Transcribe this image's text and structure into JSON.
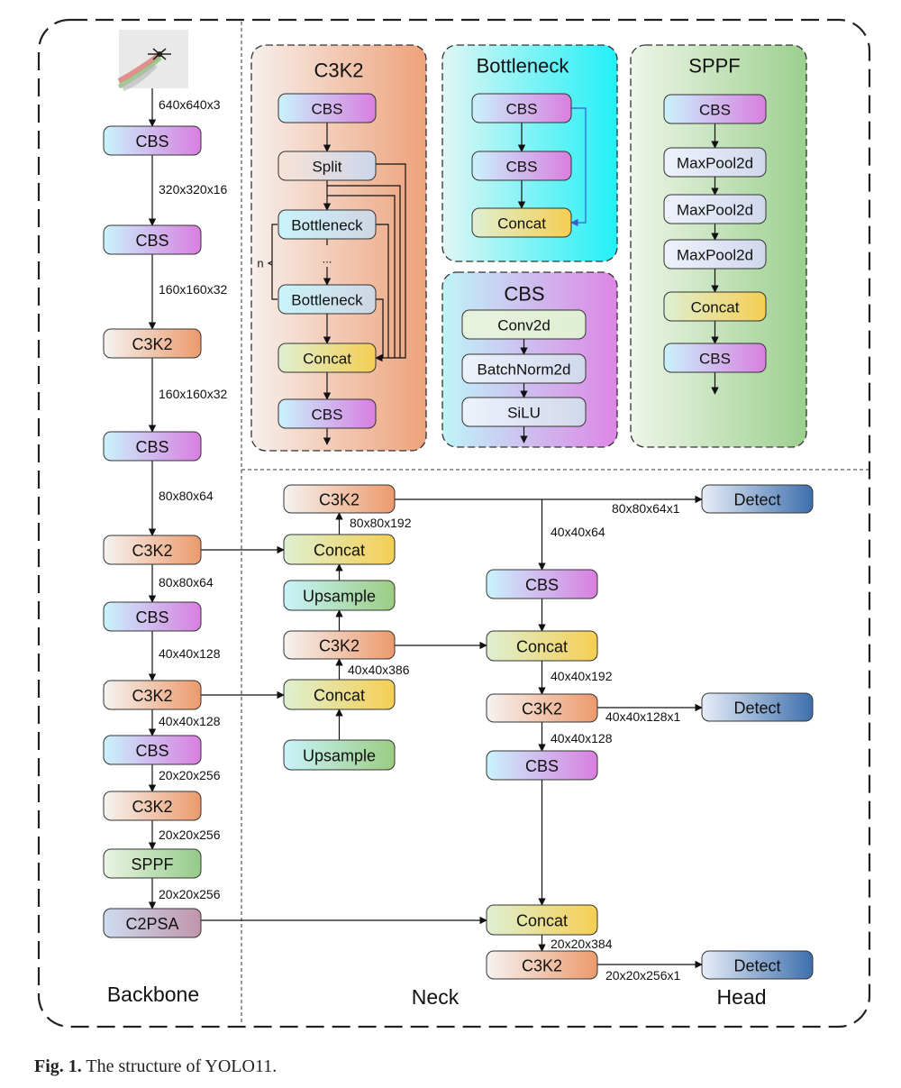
{
  "caption": {
    "label": "Fig. 1.",
    "text": "The structure of YOLO11."
  },
  "sections": {
    "backbone": "Backbone",
    "neck": "Neck",
    "head": "Head"
  },
  "backbone": {
    "blocks": [
      "CBS",
      "CBS",
      "C3K2",
      "CBS",
      "C3K2",
      "CBS",
      "C3K2",
      "CBS",
      "C3K2",
      "SPPF",
      "C2PSA"
    ],
    "dims": [
      "640x640x3",
      "320x320x16",
      "160x160x32",
      "160x160x32",
      "80x80x64",
      "80x80x64",
      "40x40x128",
      "40x40x128",
      "20x20x256",
      "20x20x256",
      "20x20x256"
    ]
  },
  "modules": {
    "c3k2": {
      "title": "C3K2",
      "blocks": [
        "CBS",
        "Split",
        "Bottleneck",
        "...",
        "Bottleneck",
        "Concat",
        "CBS"
      ],
      "repeat": "n"
    },
    "bottleneck": {
      "title": "Bottleneck",
      "blocks": [
        "CBS",
        "CBS",
        "Concat"
      ]
    },
    "cbs": {
      "title": "CBS",
      "blocks": [
        "Conv2d",
        "BatchNorm2d",
        "SiLU"
      ]
    },
    "sppf": {
      "title": "SPPF",
      "blocks": [
        "CBS",
        "MaxPool2d",
        "MaxPool2d",
        "MaxPool2d",
        "Concat",
        "CBS"
      ]
    }
  },
  "neck": {
    "blocks": [
      "C3K2",
      "Concat",
      "Upsample",
      "C3K2",
      "Concat",
      "Upsample"
    ],
    "dims": [
      "80x80x192",
      "40x40x386"
    ]
  },
  "head": {
    "blocks": [
      "CBS",
      "Concat",
      "C3K2",
      "CBS",
      "Concat",
      "C3K2"
    ],
    "detect": [
      "Detect",
      "Detect",
      "Detect"
    ],
    "dims": [
      "40x40x64",
      "40x40x192",
      "40x40x128",
      "20x20x384",
      "80x80x64x1",
      "40x40x128x1",
      "20x20x256x1"
    ]
  },
  "colors": {
    "cbs": [
      "#c9f3fb",
      "#d97ee0"
    ],
    "c3k2": [
      "#f5f3f1",
      "#ec9a6c"
    ],
    "split": [
      "#f7e3d6",
      "#ccd6ec"
    ],
    "bottleneck": [
      "#c9f3fb",
      "#cfd6e3"
    ],
    "concat": [
      "#def0d2",
      "#f5ce52"
    ],
    "sppf": [
      "#eaf5e3",
      "#95c98a"
    ],
    "upsample": [
      "#c9f3fb",
      "#9ccc82"
    ],
    "c2psa": [
      "#cddcf0",
      "#c095ab"
    ],
    "detect": [
      "#e7eef8",
      "#3e6fad"
    ],
    "maxpool": [
      "#eef2fb",
      "#d1d8ec"
    ],
    "conv": [
      "#e8f3de",
      "#dfeed3"
    ]
  }
}
